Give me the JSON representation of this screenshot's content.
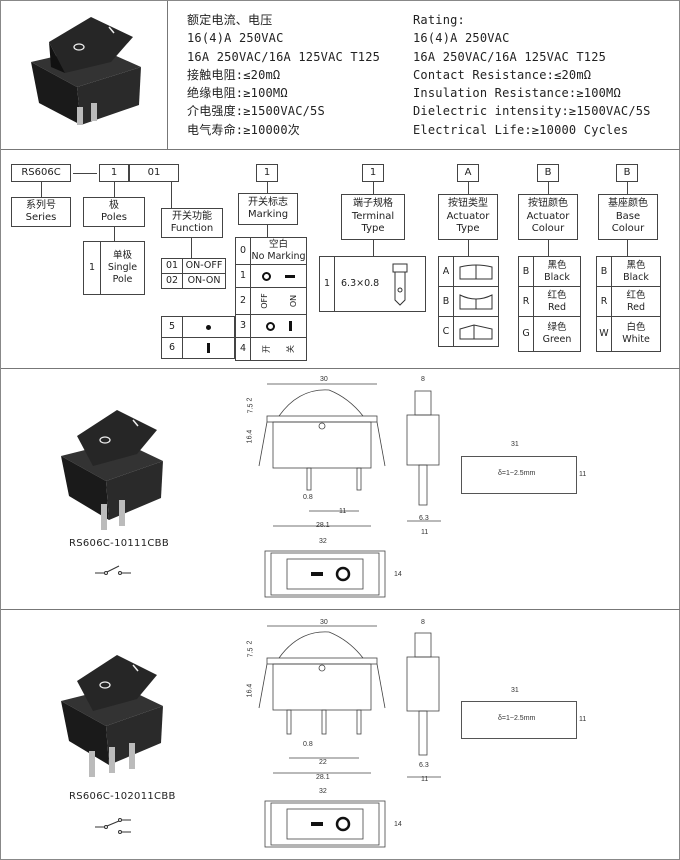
{
  "spec": {
    "cn_lines": [
      "额定电流、电压",
      "16(4)A 250VAC",
      "16A 250VAC/16A 125VAC T125",
      "接触电阻:≤20mΩ",
      "绝缘电阻:≥100MΩ",
      "介电强度:≥1500VAC/5S",
      "电气寿命:≥10000次"
    ],
    "en_lines": [
      "Rating:",
      "16(4)A 250VAC",
      "16A 250VAC/16A 125VAC T125",
      "Contact  Resistance:≤20mΩ",
      "Insulation  Resistance:≥100MΩ",
      "Dielectric intensity:≥1500VAC/5S",
      "Electrical Life:≥10000 Cycles"
    ]
  },
  "code": {
    "part_series": "RS606C",
    "part_poles": "1",
    "part_function": "01",
    "part_marking": "1",
    "part_terminal": "1",
    "part_actuator_type": "A",
    "part_actuator_colour": "B",
    "part_base_colour": "B",
    "series_label": [
      "系列号",
      "Series"
    ],
    "poles_label": [
      "极",
      "Poles"
    ],
    "function_label": [
      "开关功能",
      "Function"
    ],
    "marking_label": [
      "开关标志",
      "Marking"
    ],
    "terminal_label": [
      "端子规格",
      "Terminal",
      "Type"
    ],
    "actuator_type_label": [
      "按钮类型",
      "Actuator",
      "Type"
    ],
    "actuator_colour_label": [
      "按钮颜色",
      "Actuator",
      "Colour"
    ],
    "base_colour_label": [
      "基座颜色",
      "Base",
      "Colour"
    ],
    "poles_option": {
      "code": "1",
      "lines": [
        "单极",
        "Single",
        "Pole"
      ]
    },
    "functions": [
      {
        "code": "01",
        "name": "ON-OFF"
      },
      {
        "code": "02",
        "name": "ON-ON"
      }
    ],
    "function_extra": [
      "5",
      "6"
    ],
    "marking_rows": [
      {
        "code": "0",
        "lines": [
          "空白",
          "No Marking"
        ]
      },
      {
        "code": "1"
      },
      {
        "code": "2",
        "text_a": "OFF",
        "text_b": "ON"
      },
      {
        "code": "3"
      },
      {
        "code": "4",
        "text_a": "开",
        "text_b": "关"
      }
    ],
    "terminal_option": {
      "code": "1",
      "size": "6.3×0.8"
    },
    "actuator_types": [
      "A",
      "B",
      "C"
    ],
    "actuator_colours": [
      {
        "code": "B",
        "cn": "黑色",
        "en": "Black"
      },
      {
        "code": "R",
        "cn": "红色",
        "en": "Red"
      },
      {
        "code": "G",
        "cn": "绿色",
        "en": "Green"
      }
    ],
    "base_colours": [
      {
        "code": "B",
        "cn": "黑色",
        "en": "Black"
      },
      {
        "code": "R",
        "cn": "红色",
        "en": "Red"
      },
      {
        "code": "W",
        "cn": "白色",
        "en": "White"
      }
    ]
  },
  "models": [
    {
      "caption": "RS606C-10111CBB",
      "dims": {
        "width_top": "30",
        "h1": "2",
        "h2": "7.5",
        "h3": "16.4",
        "pin": "0.8",
        "pitch": "11",
        "base": "28.1",
        "side_top": "8",
        "side_w": "6.3",
        "side_base": "11",
        "cut_w": "31",
        "cut_h": "11",
        "cut_note": "δ=1~2.5mm",
        "bot_w": "32",
        "bot_h": "14"
      }
    },
    {
      "caption": "RS606C-102011CBB",
      "dims": {
        "width_top": "30",
        "h1": "2",
        "h2": "7.5",
        "h3": "16.4",
        "pin": "0.8",
        "pitch": "22",
        "base": "28.1",
        "side_top": "8",
        "side_w": "6.3",
        "side_base": "11",
        "cut_w": "31",
        "cut_h": "11",
        "cut_note": "δ=1~2.5mm",
        "bot_w": "32",
        "bot_h": "14"
      }
    }
  ]
}
